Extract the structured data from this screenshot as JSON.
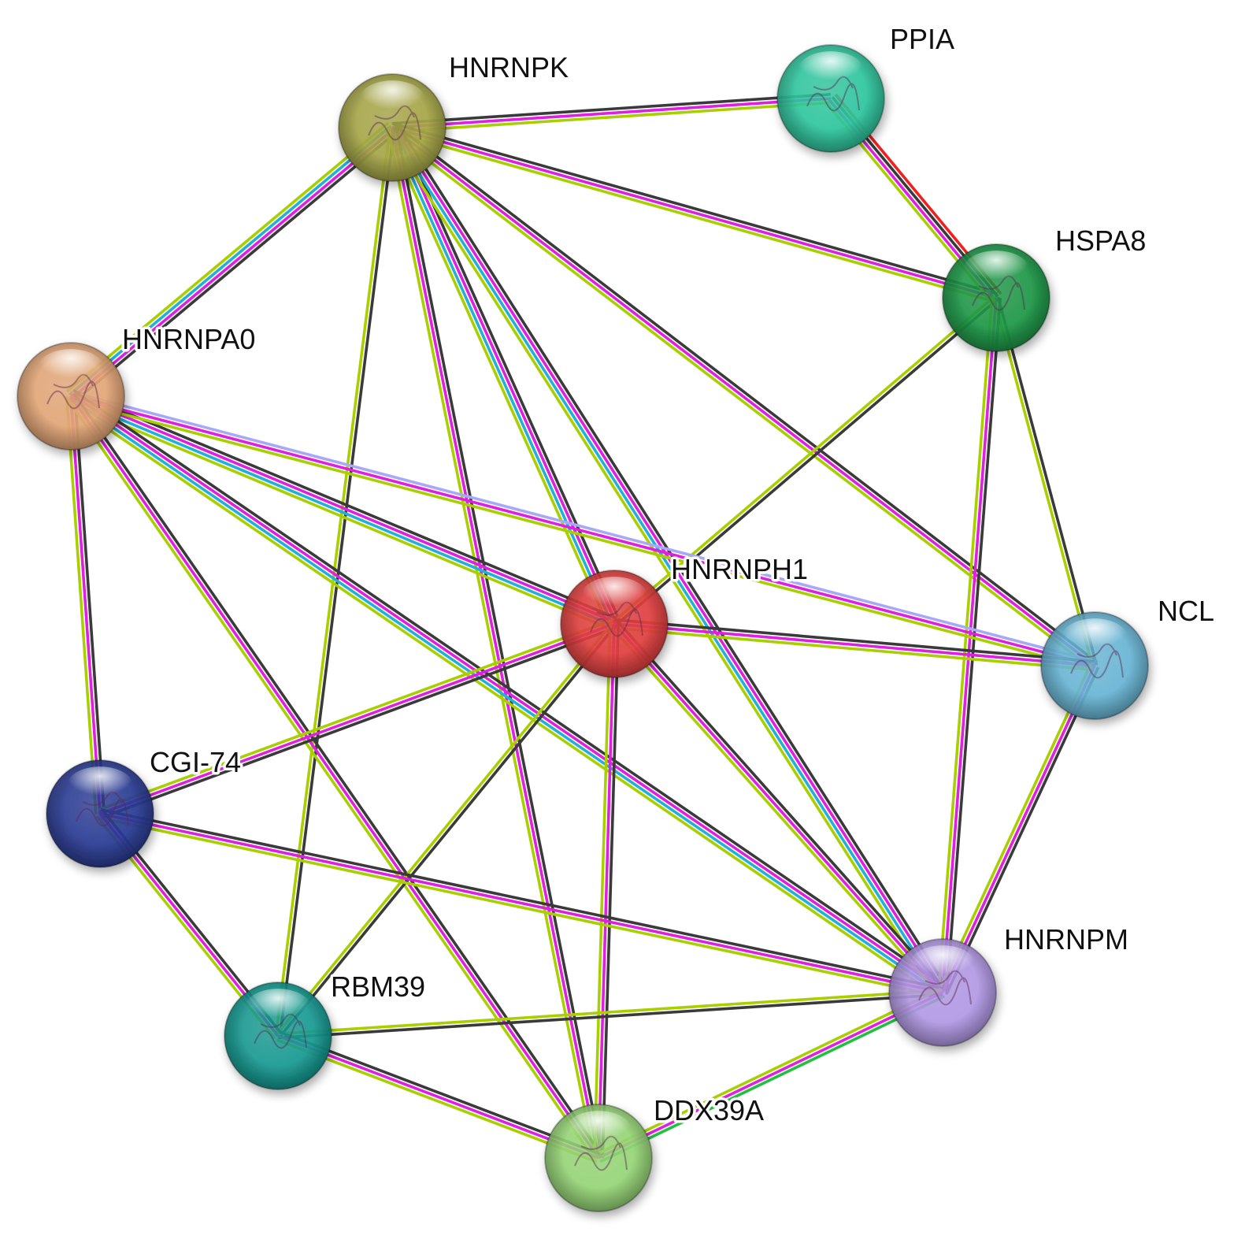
{
  "network": {
    "nodes": [
      {
        "id": "HNRNPK",
        "label": "HNRNPK",
        "color": "#a8a848"
      },
      {
        "id": "PPIA",
        "label": "PPIA",
        "color": "#2fc9a0"
      },
      {
        "id": "HSPA8",
        "label": "HSPA8",
        "color": "#1d9a48"
      },
      {
        "id": "HNRNPA0",
        "label": "HNRNPA0",
        "color": "#e6a878"
      },
      {
        "id": "HNRNPH1",
        "label": "HNRNPH1",
        "color": "#e44040"
      },
      {
        "id": "NCL",
        "label": "NCL",
        "color": "#6ab8d8"
      },
      {
        "id": "CGI-74",
        "label": "CGI-74",
        "color": "#2a3c96"
      },
      {
        "id": "HNRNPM",
        "label": "HNRNPM",
        "color": "#b49be8"
      },
      {
        "id": "RBM39",
        "label": "RBM39",
        "color": "#169c94"
      },
      {
        "id": "DDX39A",
        "label": "DDX39A",
        "color": "#98d878"
      }
    ],
    "edge_colors": {
      "black": "#3a3a3a",
      "magenta": "#e020e0",
      "green": "#a8d000",
      "cyan": "#20b0d8",
      "red": "#f02020",
      "lavender": "#a8a8f8",
      "darkgreen": "#20c040"
    },
    "edges": [
      {
        "source": "HNRNPK",
        "target": "PPIA",
        "types": [
          "black",
          "magenta",
          "green"
        ]
      },
      {
        "source": "HNRNPK",
        "target": "HSPA8",
        "types": [
          "black",
          "magenta",
          "green"
        ]
      },
      {
        "source": "HNRNPK",
        "target": "HNRNPA0",
        "types": [
          "black",
          "magenta",
          "cyan",
          "green"
        ]
      },
      {
        "source": "HNRNPK",
        "target": "HNRNPH1",
        "types": [
          "black",
          "magenta",
          "cyan",
          "green"
        ]
      },
      {
        "source": "HNRNPK",
        "target": "NCL",
        "types": [
          "black",
          "magenta",
          "green"
        ]
      },
      {
        "source": "HNRNPK",
        "target": "HNRNPM",
        "types": [
          "black",
          "magenta",
          "cyan",
          "green"
        ]
      },
      {
        "source": "HNRNPK",
        "target": "RBM39",
        "types": [
          "black",
          "green"
        ]
      },
      {
        "source": "HNRNPK",
        "target": "DDX39A",
        "types": [
          "black",
          "magenta",
          "green"
        ]
      },
      {
        "source": "PPIA",
        "target": "HSPA8",
        "types": [
          "red",
          "black",
          "magenta",
          "green"
        ]
      },
      {
        "source": "HSPA8",
        "target": "HNRNPH1",
        "types": [
          "black",
          "green"
        ]
      },
      {
        "source": "HSPA8",
        "target": "NCL",
        "types": [
          "black",
          "green"
        ]
      },
      {
        "source": "HSPA8",
        "target": "HNRNPM",
        "types": [
          "black",
          "magenta",
          "green"
        ]
      },
      {
        "source": "HNRNPA0",
        "target": "HNRNPH1",
        "types": [
          "black",
          "magenta",
          "cyan",
          "green"
        ]
      },
      {
        "source": "HNRNPA0",
        "target": "NCL",
        "types": [
          "lavender",
          "magenta",
          "green"
        ]
      },
      {
        "source": "HNRNPA0",
        "target": "CGI-74",
        "types": [
          "black",
          "magenta",
          "green"
        ]
      },
      {
        "source": "HNRNPA0",
        "target": "HNRNPM",
        "types": [
          "black",
          "magenta",
          "cyan",
          "green"
        ]
      },
      {
        "source": "HNRNPA0",
        "target": "DDX39A",
        "types": [
          "black",
          "magenta",
          "green"
        ]
      },
      {
        "source": "HNRNPH1",
        "target": "NCL",
        "types": [
          "black",
          "magenta",
          "green"
        ]
      },
      {
        "source": "HNRNPH1",
        "target": "CGI-74",
        "types": [
          "black",
          "magenta",
          "green"
        ]
      },
      {
        "source": "HNRNPH1",
        "target": "HNRNPM",
        "types": [
          "black",
          "magenta",
          "green"
        ]
      },
      {
        "source": "HNRNPH1",
        "target": "RBM39",
        "types": [
          "black",
          "green"
        ]
      },
      {
        "source": "HNRNPH1",
        "target": "DDX39A",
        "types": [
          "black",
          "magenta",
          "green"
        ]
      },
      {
        "source": "NCL",
        "target": "HNRNPM",
        "types": [
          "black",
          "magenta",
          "green"
        ]
      },
      {
        "source": "CGI-74",
        "target": "HNRNPM",
        "types": [
          "black",
          "magenta",
          "green"
        ]
      },
      {
        "source": "CGI-74",
        "target": "RBM39",
        "types": [
          "black",
          "magenta",
          "green"
        ]
      },
      {
        "source": "HNRNPM",
        "target": "RBM39",
        "types": [
          "black",
          "green"
        ]
      },
      {
        "source": "HNRNPM",
        "target": "DDX39A",
        "types": [
          "darkgreen",
          "magenta",
          "green"
        ]
      },
      {
        "source": "RBM39",
        "target": "DDX39A",
        "types": [
          "black",
          "magenta",
          "green"
        ]
      }
    ]
  }
}
